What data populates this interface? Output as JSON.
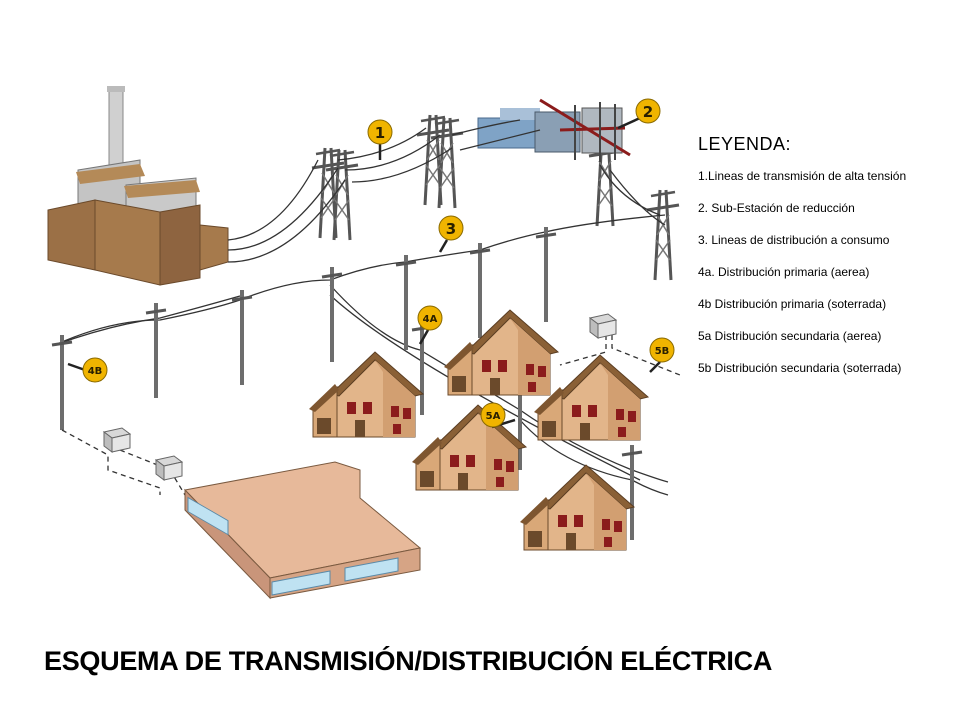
{
  "title": "ESQUEMA DE TRANSMISIÓN/DISTRIBUCIÓN ELÉCTRICA",
  "legend": {
    "title": "LEYENDA:",
    "items": [
      "1.Lineas de transmisión de alta tensión",
      "2. Sub-Estación de reducción",
      "3. Lineas de distribución a consumo",
      "4a. Distribución primaria (aerea)",
      "4b Distribución primaria (soterrada)",
      "5a Distribución secundaria (aerea)",
      "5b Distribución secundaria (soterrada)"
    ]
  },
  "markers": [
    "1",
    "2",
    "3",
    "4A",
    "4B",
    "5A",
    "5B"
  ],
  "colors": {
    "marker_fill": "#f0b400",
    "house_wall": "#e2b58a",
    "roof": "#8a6036",
    "plant_brick": "#a67a4c",
    "line": "#333333"
  }
}
